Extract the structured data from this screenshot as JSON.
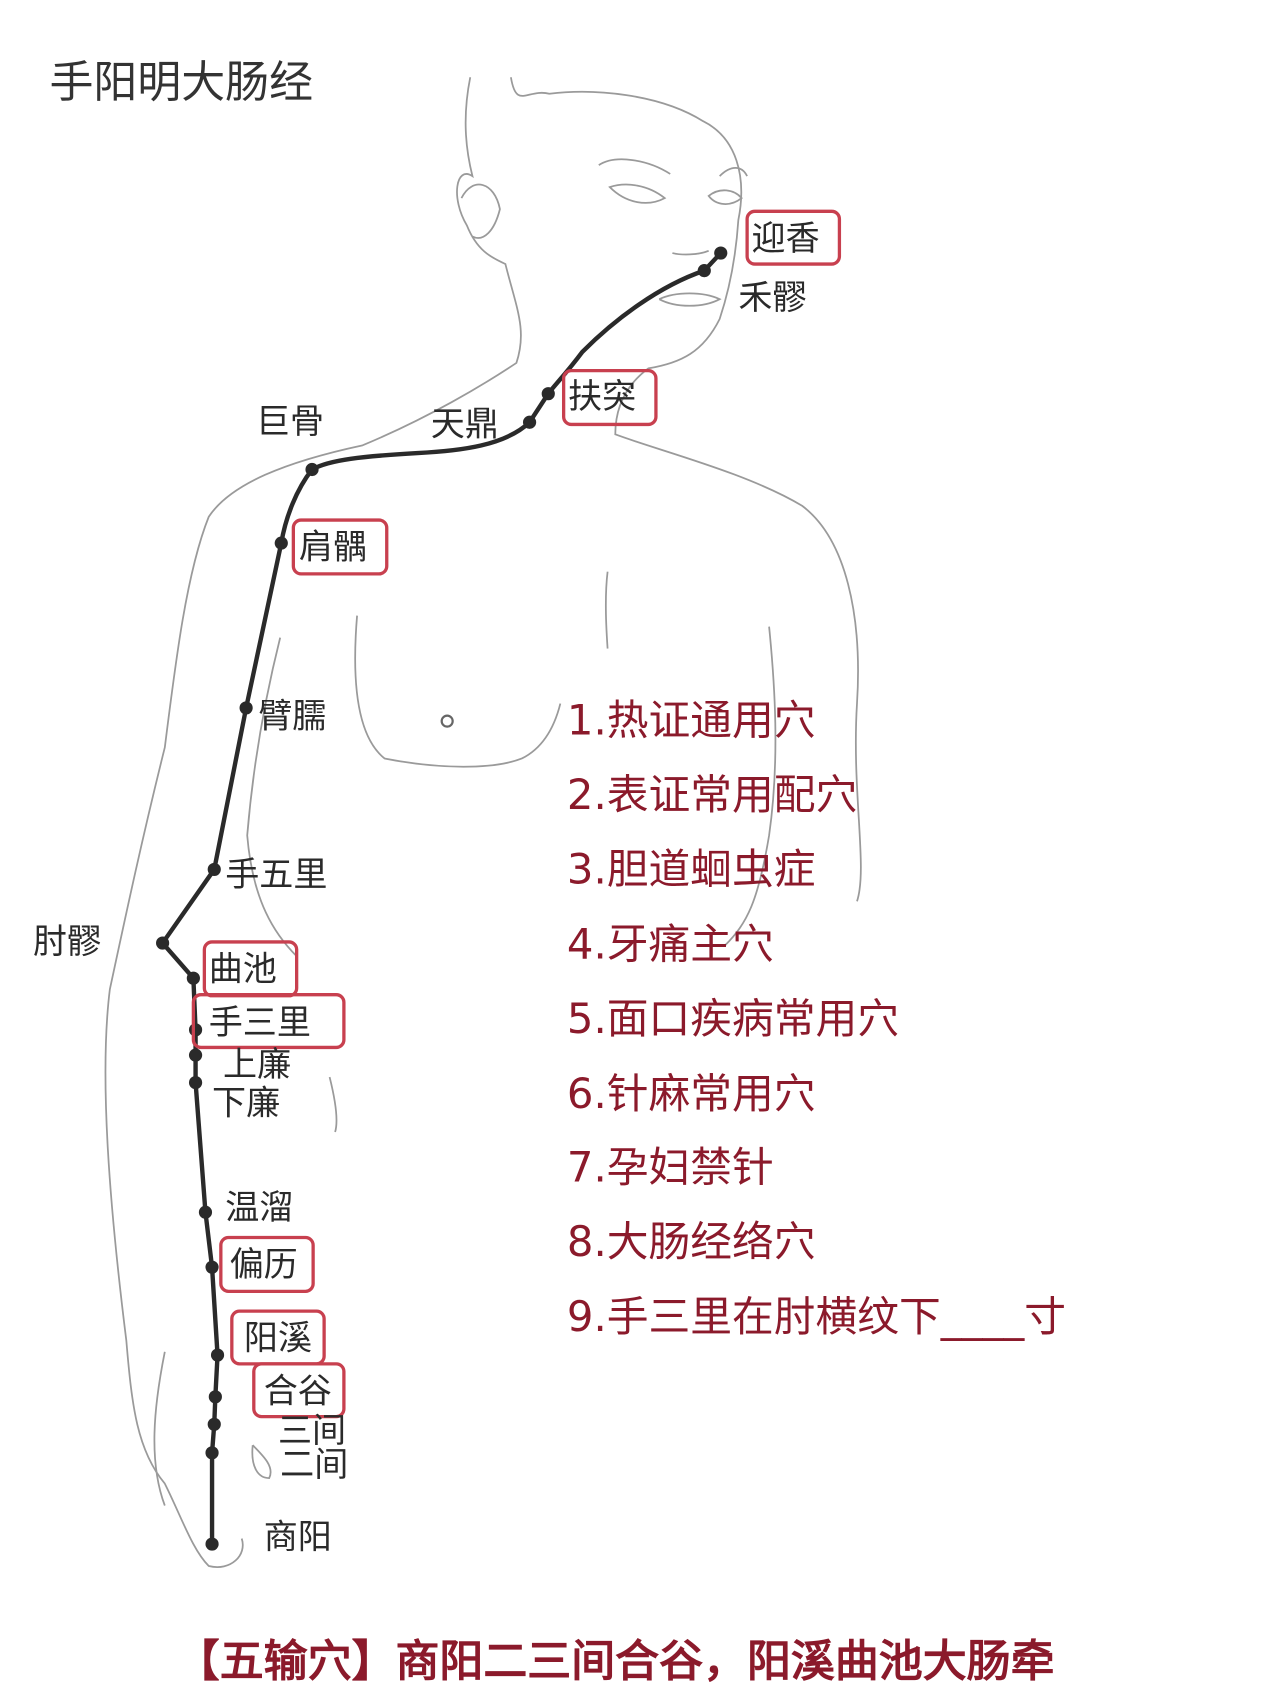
{
  "title": "手阳明大肠经",
  "points": {
    "yingxiang": "迎香",
    "heliao": "禾髎",
    "futu": "扶突",
    "tianding": "天鼎",
    "jugu": "巨骨",
    "jianyu": "肩髃",
    "binao": "臂臑",
    "shouwuli": "手五里",
    "zhouliao": "肘髎",
    "quchi": "曲池",
    "shousanli": "手三里",
    "shanglian": "上廉",
    "xialian": "下廉",
    "wenliu": "温溜",
    "pianli": "偏历",
    "yangxi": "阳溪",
    "hegu": "合谷",
    "sanjian": "三间",
    "erjian": "二间",
    "shangyang": "商阳"
  },
  "notes": [
    "1.热证通用穴",
    "2.表证常用配穴",
    "3.胆道蛔虫症",
    "4.牙痛主穴",
    "5.面口疾病常用穴",
    "6.针麻常用穴",
    "7.孕妇禁针",
    "8.大肠经络穴",
    "9.手三里在肘横纹下____寸"
  ],
  "footer": "【五输穴】商阳二三间合谷，阳溪曲池大肠牵",
  "colors": {
    "accent": "#8b1a2b",
    "highlight_box": "#c8404f",
    "meridian": "#2a2a2a"
  }
}
